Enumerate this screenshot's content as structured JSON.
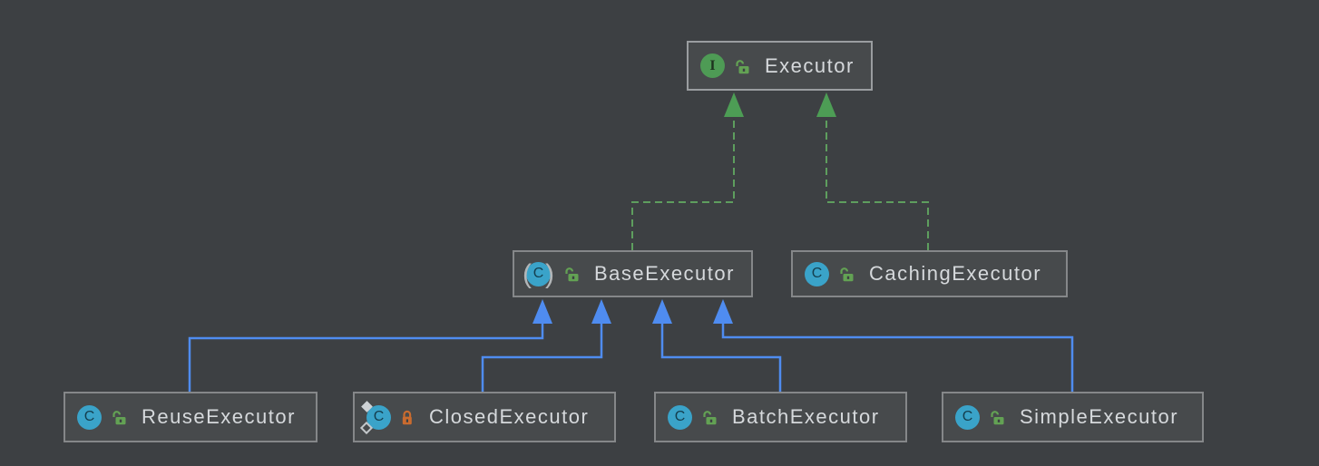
{
  "diagram": {
    "type": "uml-class-diagram",
    "background_color": "#3d4043",
    "node_fill_color": "#474a4c",
    "node_border_color": "#858789",
    "node_text_color": "#d6d9dc",
    "implements_edge_color": "#5e9e5e",
    "extends_edge_color": "#4f8cf0",
    "interface_icon_color": "#4e9b55",
    "class_icon_color": "#3aa3c9",
    "public_lock_color": "#63a254",
    "private_lock_color": "#c96b2f",
    "nodes": [
      {
        "label": "Executor",
        "kind": "interface",
        "visibility": "public"
      },
      {
        "label": "BaseExecutor",
        "kind": "abstract-class",
        "visibility": "public"
      },
      {
        "label": "CachingExecutor",
        "kind": "class",
        "visibility": "public"
      },
      {
        "label": "ReuseExecutor",
        "kind": "class",
        "visibility": "public"
      },
      {
        "label": "ClosedExecutor",
        "kind": "inner-class",
        "visibility": "private"
      },
      {
        "label": "BatchExecutor",
        "kind": "class",
        "visibility": "public"
      },
      {
        "label": "SimpleExecutor",
        "kind": "class",
        "visibility": "public"
      }
    ],
    "edges": [
      {
        "from": "BaseExecutor",
        "to": "Executor",
        "relation": "implements",
        "style": "dashed-green-arrow"
      },
      {
        "from": "CachingExecutor",
        "to": "Executor",
        "relation": "implements",
        "style": "dashed-green-arrow"
      },
      {
        "from": "ReuseExecutor",
        "to": "BaseExecutor",
        "relation": "extends",
        "style": "solid-blue-arrow"
      },
      {
        "from": "ClosedExecutor",
        "to": "BaseExecutor",
        "relation": "extends",
        "style": "solid-blue-arrow"
      },
      {
        "from": "BatchExecutor",
        "to": "BaseExecutor",
        "relation": "extends",
        "style": "solid-blue-arrow"
      },
      {
        "from": "SimpleExecutor",
        "to": "BaseExecutor",
        "relation": "extends",
        "style": "solid-blue-arrow"
      }
    ]
  }
}
